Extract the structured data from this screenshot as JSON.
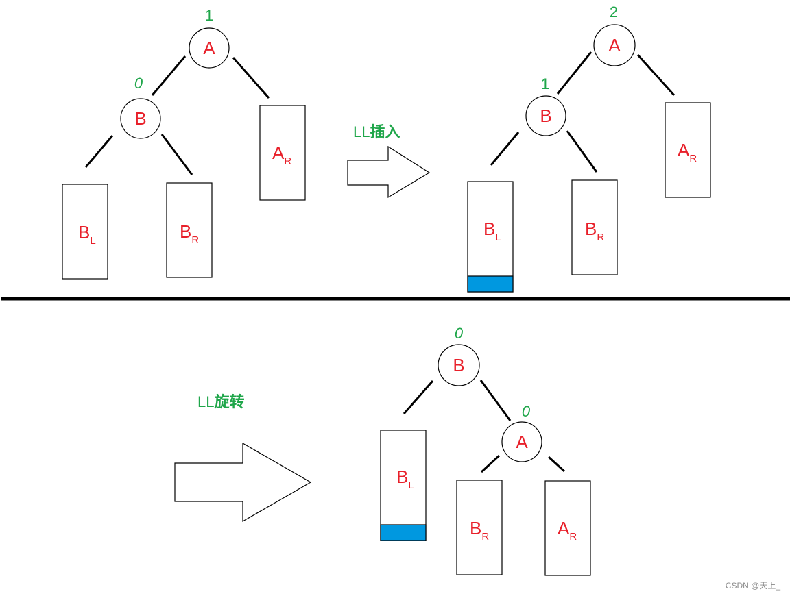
{
  "panels": {
    "before_insert": {
      "node_A": {
        "label": "A",
        "balance": "1"
      },
      "node_B": {
        "label": "B",
        "balance": "0"
      },
      "subtree_BL": {
        "main": "B",
        "sub": "L"
      },
      "subtree_BR": {
        "main": "B",
        "sub": "R"
      },
      "subtree_AR": {
        "main": "A",
        "sub": "R"
      }
    },
    "after_insert": {
      "node_A": {
        "label": "A",
        "balance": "2"
      },
      "node_B": {
        "label": "B",
        "balance": "1"
      },
      "subtree_BL": {
        "main": "B",
        "sub": "L"
      },
      "subtree_BR": {
        "main": "B",
        "sub": "R"
      },
      "subtree_AR": {
        "main": "A",
        "sub": "R"
      }
    },
    "after_rotation": {
      "node_B": {
        "label": "B",
        "balance": "0"
      },
      "node_A": {
        "label": "A",
        "balance": "0"
      },
      "subtree_BL": {
        "main": "B",
        "sub": "L"
      },
      "subtree_BR": {
        "main": "B",
        "sub": "R"
      },
      "subtree_AR": {
        "main": "A",
        "sub": "R"
      }
    }
  },
  "operations": {
    "insert": {
      "prefix": "LL",
      "strong": "插入"
    },
    "rotate": {
      "prefix": "LL",
      "strong": "旋转"
    }
  },
  "watermark": "CSDN @天上_",
  "colors": {
    "node_text": "#e8202a",
    "balance_text": "#1fa64a",
    "inserted_fill": "#0098e0",
    "line": "#000000"
  }
}
